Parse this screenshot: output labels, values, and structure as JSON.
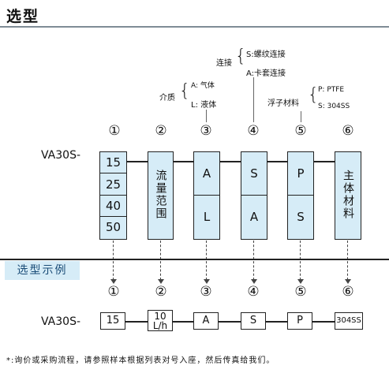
{
  "title": "选型",
  "connection": {
    "label": "连接",
    "options": [
      "S:螺纹连接",
      "A:卡套连接"
    ]
  },
  "medium": {
    "label": "介质",
    "options": [
      "A: 气体",
      "L: 液体"
    ]
  },
  "float_material": {
    "label": "浮子材料",
    "options": [
      "P: PTFE",
      "S: 304SS"
    ]
  },
  "position_numbers": [
    "①",
    "②",
    "③",
    "④",
    "⑤",
    "⑥"
  ],
  "model_prefix": "VA30S-",
  "range_values": [
    "15",
    "25",
    "40",
    "50"
  ],
  "flow_range_label": "流量范围",
  "medium_codes": [
    "A",
    "L"
  ],
  "connection_codes": [
    "S",
    "A"
  ],
  "float_codes": [
    "P",
    "S"
  ],
  "body_material_label": "主体材料",
  "example_tab": "选型示例",
  "example": {
    "prefix": "VA30S-",
    "range": "15",
    "flow_value": "10",
    "flow_unit": "L/h",
    "medium": "A",
    "connection": "S",
    "float": "P",
    "body": "304SS"
  },
  "footnote": "*:询价或采购流程，请参照样本根据列表对号入座，然后传真给我们。"
}
